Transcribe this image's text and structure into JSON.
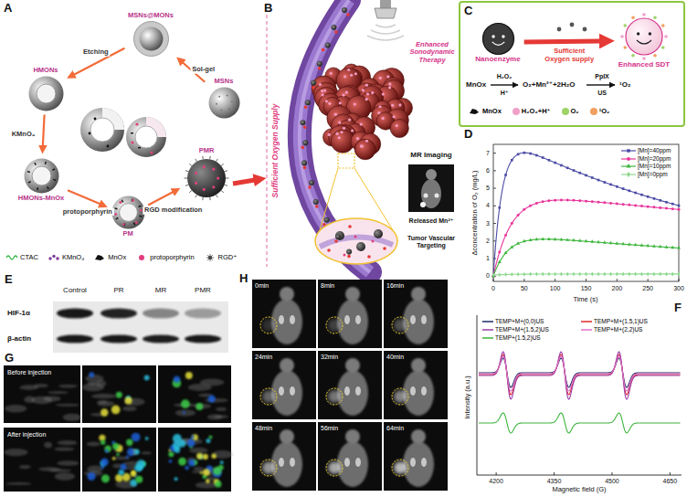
{
  "diagram": {
    "nodes": [
      {
        "text": [
          "MSNs@MONs"
        ]
      },
      {
        "text": [
          "MSNs"
        ]
      },
      {
        "text": [
          "HMONs"
        ]
      },
      {
        "text": [
          "HMONs-MnOx"
        ]
      },
      {
        "text": [
          "PM"
        ]
      },
      {
        "text": [
          "PMR"
        ]
      },
      {
        "text": [
          "Nanoenzyme"
        ]
      },
      {
        "text": [
          "Enhanced SDT"
        ]
      }
    ],
    "edges": [
      {
        "from": 1,
        "to": 0,
        "label": "Sol-gel",
        "arrow": "to"
      },
      {
        "from": 0,
        "to": 2,
        "label": "Etching",
        "arrow": "to"
      },
      {
        "from": 2,
        "to": 3,
        "label": "KMnO₄",
        "arrow": "to"
      },
      {
        "from": 3,
        "to": 4,
        "label": "protoporphyrin",
        "arrow": "to"
      },
      {
        "from": 4,
        "to": 5,
        "label": "RGD modification",
        "arrow": "to"
      },
      {
        "from": 6,
        "to": 7,
        "label": "Sufficient Oxygen supply",
        "arrow": "to"
      }
    ],
    "labels": [
      "A",
      "B",
      "Enhanced Sonodynamic Therapy",
      "Sufficient Oxygen Supply",
      "MR Imaging",
      "Released Mn²⁺",
      "Tumor Vascular Targeting",
      "C",
      "MnOx",
      "H₂O₂",
      "H⁺",
      "O₂+Mn²⁺+2H₂O",
      "PpIX",
      "US",
      "¹O₂",
      "D",
      "Δconcentration of O₂ (mg/L)",
      "Time (s)",
      "0",
      "1",
      "2",
      "3",
      "4",
      "5",
      "6",
      "7",
      "0",
      "50",
      "100",
      "150",
      "200",
      "250",
      "300",
      "E",
      "Control",
      "PR",
      "MR",
      "PMR",
      "HIF-1α",
      "β-actin",
      "F",
      "Intensity (a.u.)",
      "Magnetic field (G)",
      "4200",
      "4350",
      "4500",
      "4650",
      "G",
      "Before injection",
      "After injection",
      "H",
      "0min",
      "8min",
      "16min",
      "24min",
      "32min",
      "40min",
      "48min",
      "56min",
      "64min"
    ],
    "legend": [
      {
        "text": "CTAC"
      },
      {
        "text": "KMnO₄"
      },
      {
        "text": "MnOx"
      },
      {
        "text": "protoporphyrin"
      },
      {
        "text": "RGD⁺"
      },
      {
        "text": "MnOx"
      },
      {
        "text": "H₂O₂+H⁺",
        "color": "#f0a0c8"
      },
      {
        "text": "O₂",
        "color": "#9ed36a"
      },
      {
        "text": "¹O₂",
        "color": "#f0a060"
      },
      {
        "text": "[Mn]=40ppm"
      },
      {
        "text": "[Mn]=20ppm"
      },
      {
        "text": "[Mn]=10ppm"
      },
      {
        "text": "[Mn]=0ppm"
      },
      {
        "text": "TEMP+M+(0,0)US"
      },
      {
        "text": "TEMP+M+(1.5,1)US"
      },
      {
        "text": "TEMP+M+(1.5,2)US"
      },
      {
        "text": "TEMP+M+(2,2)US"
      },
      {
        "text": "TEMP+(1.5,2)US"
      }
    ]
  }
}
